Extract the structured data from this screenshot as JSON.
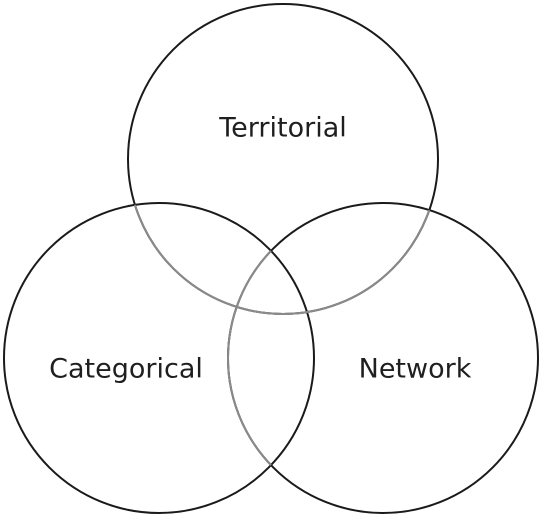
{
  "diagram": {
    "type": "venn",
    "sets": [
      {
        "label": "Territorial"
      },
      {
        "label": "Categorical"
      },
      {
        "label": "Network"
      }
    ],
    "colors": {
      "outline": "#1a1a1a",
      "overlap_outline": "#8a8a8a",
      "text": "#1f1f1f"
    }
  }
}
